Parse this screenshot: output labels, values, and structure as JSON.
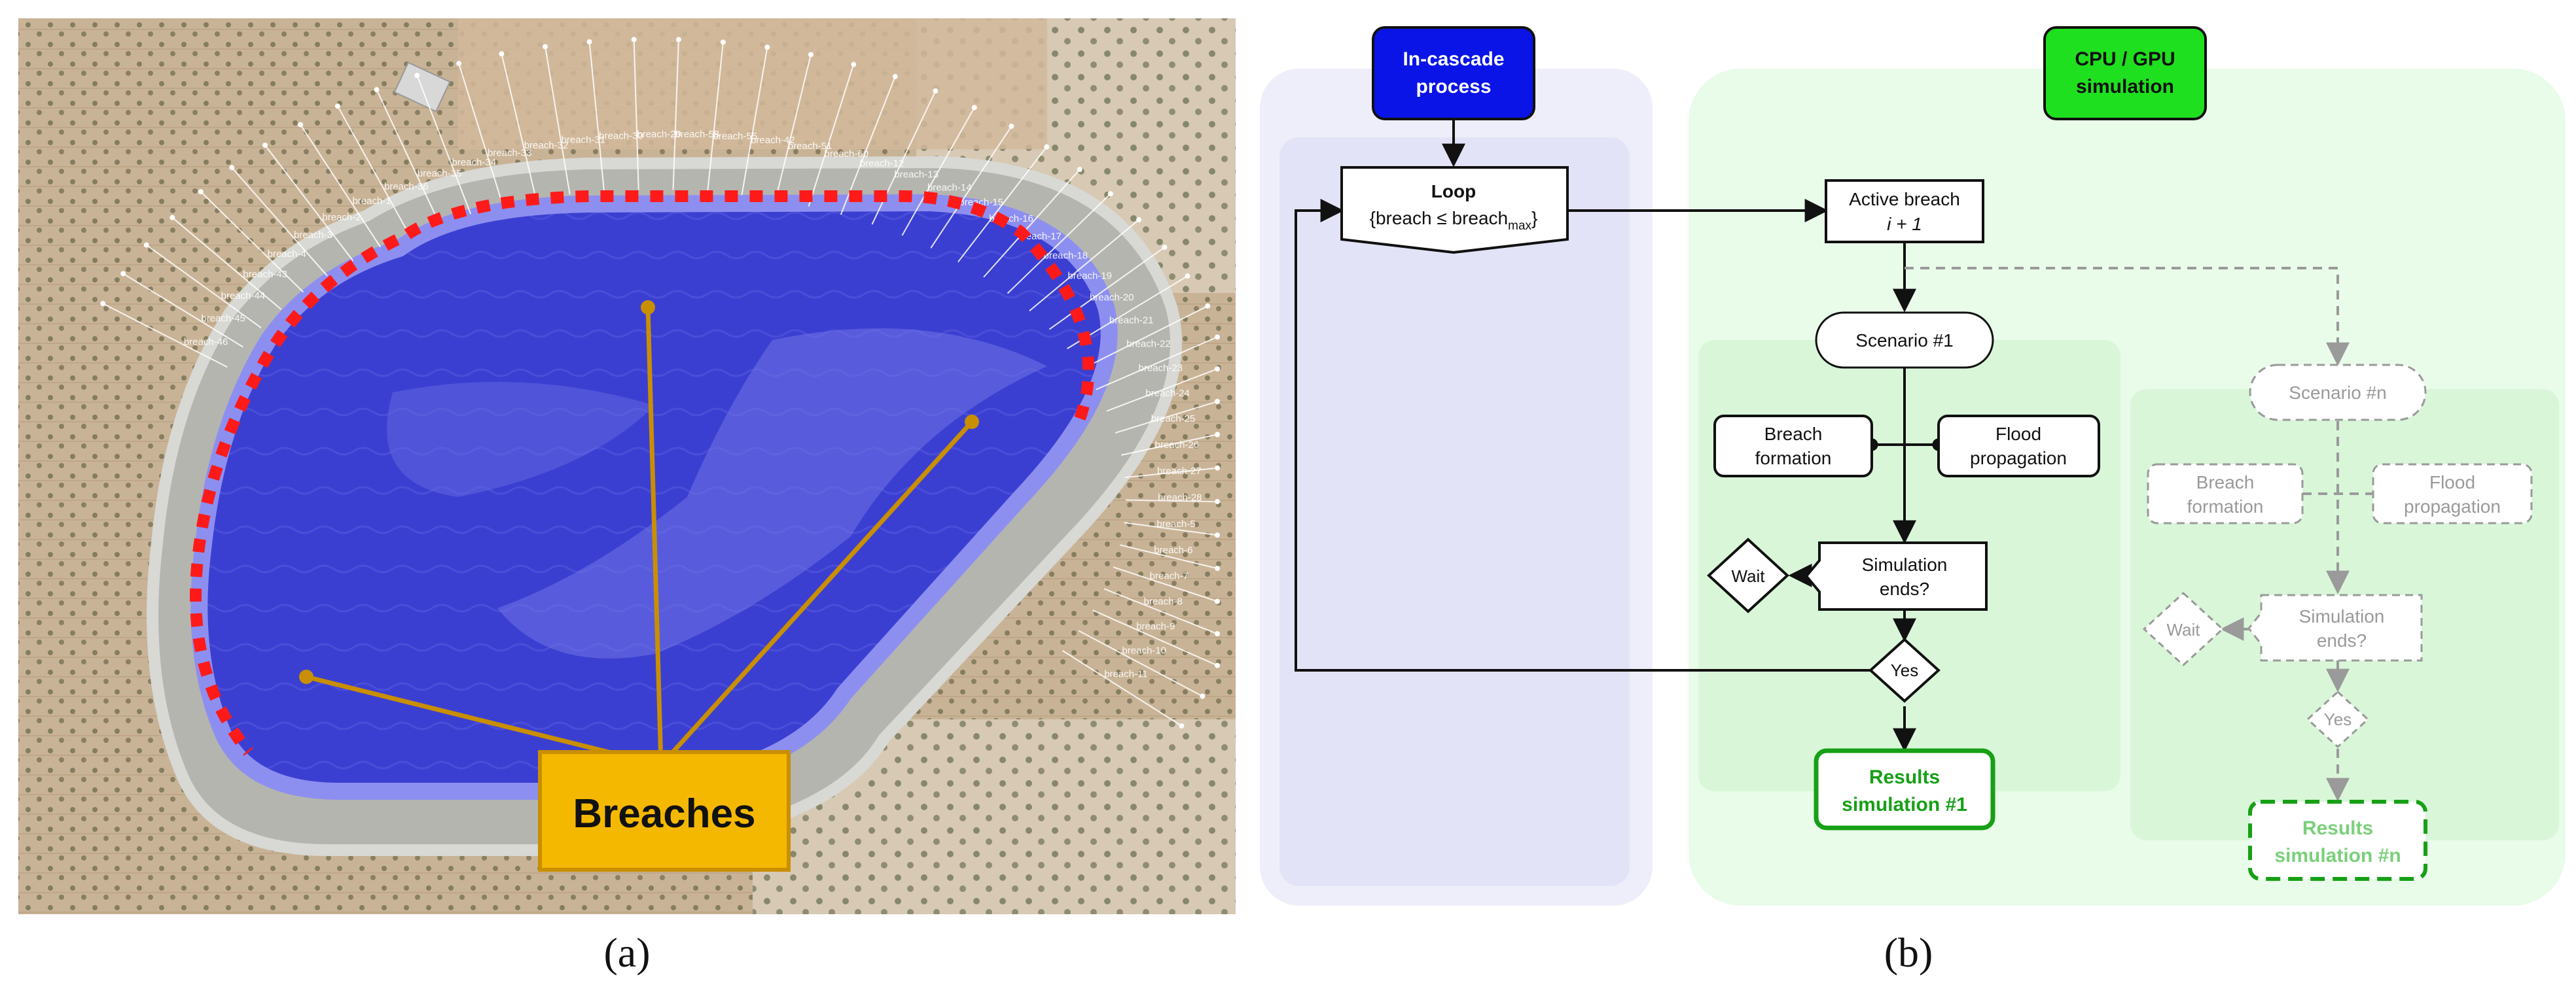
{
  "panel_a": {
    "caption": "(a)",
    "callout": "Breaches",
    "breach_labels": [
      "breach-46",
      "breach-45",
      "breach-44",
      "breach-43",
      "breach-4",
      "breach-3",
      "breach-2",
      "breach-1",
      "breach-36",
      "breach-35",
      "breach-34",
      "breach-33",
      "breach-32",
      "breach-31",
      "breach-30",
      "breach-29",
      "breach-58",
      "breach-55",
      "breach-42",
      "breach-51",
      "breach-60",
      "breach-12",
      "breach-13",
      "breach-14",
      "breach-15",
      "breach-16",
      "breach-17",
      "breach-18",
      "breach-19",
      "breach-20",
      "breach-21",
      "breach-22",
      "breach-23",
      "breach-24",
      "breach-25",
      "breach-26",
      "breach-27",
      "breach-28",
      "breach-5",
      "breach-6",
      "breach-7",
      "breach-8",
      "breach-9",
      "breach-10",
      "breach-11"
    ],
    "colors": {
      "reservoir": "#3b3fd1",
      "breach_marker": "#ff1a1a",
      "callout_fill": "#f5b800",
      "callout_line": "#c98f00"
    }
  },
  "panel_b": {
    "caption": "(b)",
    "in_cascade_title": [
      "In-cascade",
      "process"
    ],
    "gpu_title": [
      "CPU / GPU",
      "simulation"
    ],
    "loop_title": "Loop",
    "loop_condition": "{breach ≤ breach",
    "loop_condition_sub": "max",
    "loop_condition_end": "}",
    "active_breach": [
      "Active breach",
      "i + 1"
    ],
    "scenario_1": "Scenario #1",
    "breach_formation": [
      "Breach",
      "formation"
    ],
    "flood_propagation": [
      "Flood",
      "propagation"
    ],
    "wait": "Wait",
    "simulation_ends": [
      "Simulation",
      "ends?"
    ],
    "yes": "Yes",
    "results_1": [
      "Results",
      "simulation #1"
    ],
    "scenario_n": "Scenario #n",
    "results_n": [
      "Results",
      "simulation #n"
    ],
    "colors": {
      "in_cascade_header": "#0a14e6",
      "gpu_header": "#1fe01f",
      "results_green": "#16a016",
      "faded": "#9a9a9a"
    }
  }
}
